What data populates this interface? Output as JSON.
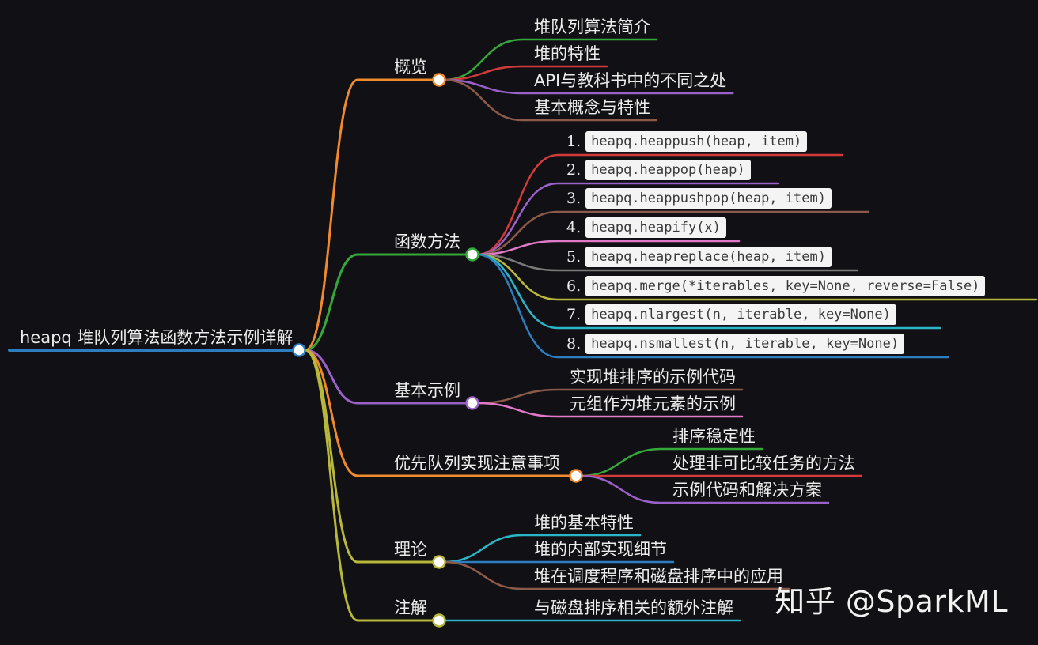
{
  "root": {
    "label": "heapq 堆队列算法函数方法示例详解",
    "color": "#2b7fc1"
  },
  "branches": [
    {
      "label": "概览",
      "color": "#f08a2c",
      "children": [
        {
          "label": "堆队列算法简介",
          "color": "#35a83a"
        },
        {
          "label": "堆的特性",
          "color": "#d43a3a"
        },
        {
          "label": "API与教科书中的不同之处",
          "color": "#9a62c8"
        },
        {
          "label": "基本概念与特性",
          "color": "#8c5a4a"
        }
      ]
    },
    {
      "label": "函数方法",
      "color": "#35a83a",
      "children": [
        {
          "num": "1.",
          "label": "heapq.heappush(heap, item)",
          "color": "#d43a3a"
        },
        {
          "num": "2.",
          "label": "heapq.heappop(heap)",
          "color": "#9a62c8"
        },
        {
          "num": "3.",
          "label": "heapq.heappushpop(heap, item)",
          "color": "#8c5a4a"
        },
        {
          "num": "4.",
          "label": "heapq.heapify(x)",
          "color": "#e07ac8"
        },
        {
          "num": "5.",
          "label": "heapq.heapreplace(heap, item)",
          "color": "#7a7a7a"
        },
        {
          "num": "6.",
          "label": "heapq.merge(*iterables, key=None, reverse=False)",
          "color": "#b8b83a"
        },
        {
          "num": "7.",
          "label": "heapq.nlargest(n, iterable, key=None)",
          "color": "#2bb6c8"
        },
        {
          "num": "8.",
          "label": "heapq.nsmallest(n, iterable, key=None)",
          "color": "#2b7fc1"
        }
      ]
    },
    {
      "label": "基本示例",
      "color": "#9a62c8",
      "children": [
        {
          "label": "实现堆排序的示例代码",
          "color": "#8c5a4a"
        },
        {
          "label": "元组作为堆元素的示例",
          "color": "#e07ac8"
        }
      ]
    },
    {
      "label": "优先队列实现注意事项",
      "color": "#f08a2c",
      "children": [
        {
          "label": "排序稳定性",
          "color": "#35a83a"
        },
        {
          "label": "处理非可比较任务的方法",
          "color": "#d43a3a"
        },
        {
          "label": "示例代码和解决方案",
          "color": "#9a62c8"
        }
      ]
    },
    {
      "label": "理论",
      "color": "#b8b83a",
      "children": [
        {
          "label": "堆的基本特性",
          "color": "#2bb6c8"
        },
        {
          "label": "堆的内部实现细节",
          "color": "#2b7fc1"
        },
        {
          "label": "堆在调度程序和磁盘排序中的应用",
          "color": "#8c5a4a"
        }
      ]
    },
    {
      "label": "注解",
      "color": "#b8b83a",
      "children": [
        {
          "label": "与磁盘排序相关的额外注解",
          "color": "#2bb6c8"
        }
      ]
    }
  ],
  "watermark": "知乎 @SparkML"
}
